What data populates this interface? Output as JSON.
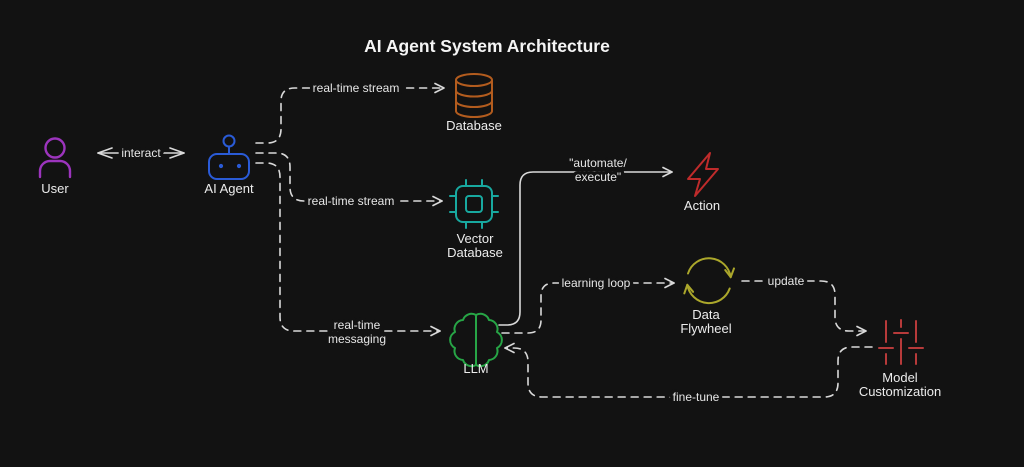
{
  "title": "AI Agent System Architecture",
  "colors": {
    "background": "#121212",
    "line": "#d9d9d9",
    "text": "#ececec",
    "user": "#9c34bd",
    "ai_agent": "#2a5bd7",
    "database": "#b35c1e",
    "vector_database": "#18a9a0",
    "llm": "#27a546",
    "action": "#bf2b2b",
    "data_flywheel": "#aba72b",
    "model_customization": "#b73a3a"
  },
  "nodes": {
    "user": {
      "label": "User"
    },
    "ai_agent": {
      "label": "AI Agent"
    },
    "database": {
      "label": "Database"
    },
    "vector_database": {
      "label1": "Vector",
      "label2": "Database"
    },
    "llm": {
      "label": "LLM"
    },
    "action": {
      "label": "Action"
    },
    "data_flywheel": {
      "label1": "Data",
      "label2": "Flywheel"
    },
    "model_customization": {
      "label1": "Model",
      "label2": "Customization"
    }
  },
  "edges": {
    "interact": {
      "label": "interact",
      "style": "solid"
    },
    "agent_database": {
      "label": "real-time stream",
      "style": "dashed"
    },
    "agent_vector_database": {
      "label": "real-time stream",
      "style": "dashed"
    },
    "agent_llm": {
      "label1": "real-time",
      "label2": "messaging",
      "style": "dashed"
    },
    "llm_action": {
      "label1": "\"automate/",
      "label2": "execute\"",
      "style": "solid"
    },
    "llm_flywheel": {
      "label": "learning loop",
      "style": "dashed"
    },
    "flywheel_model": {
      "label": "update",
      "style": "dashed"
    },
    "model_llm": {
      "label": "fine-tune",
      "style": "dashed"
    }
  }
}
